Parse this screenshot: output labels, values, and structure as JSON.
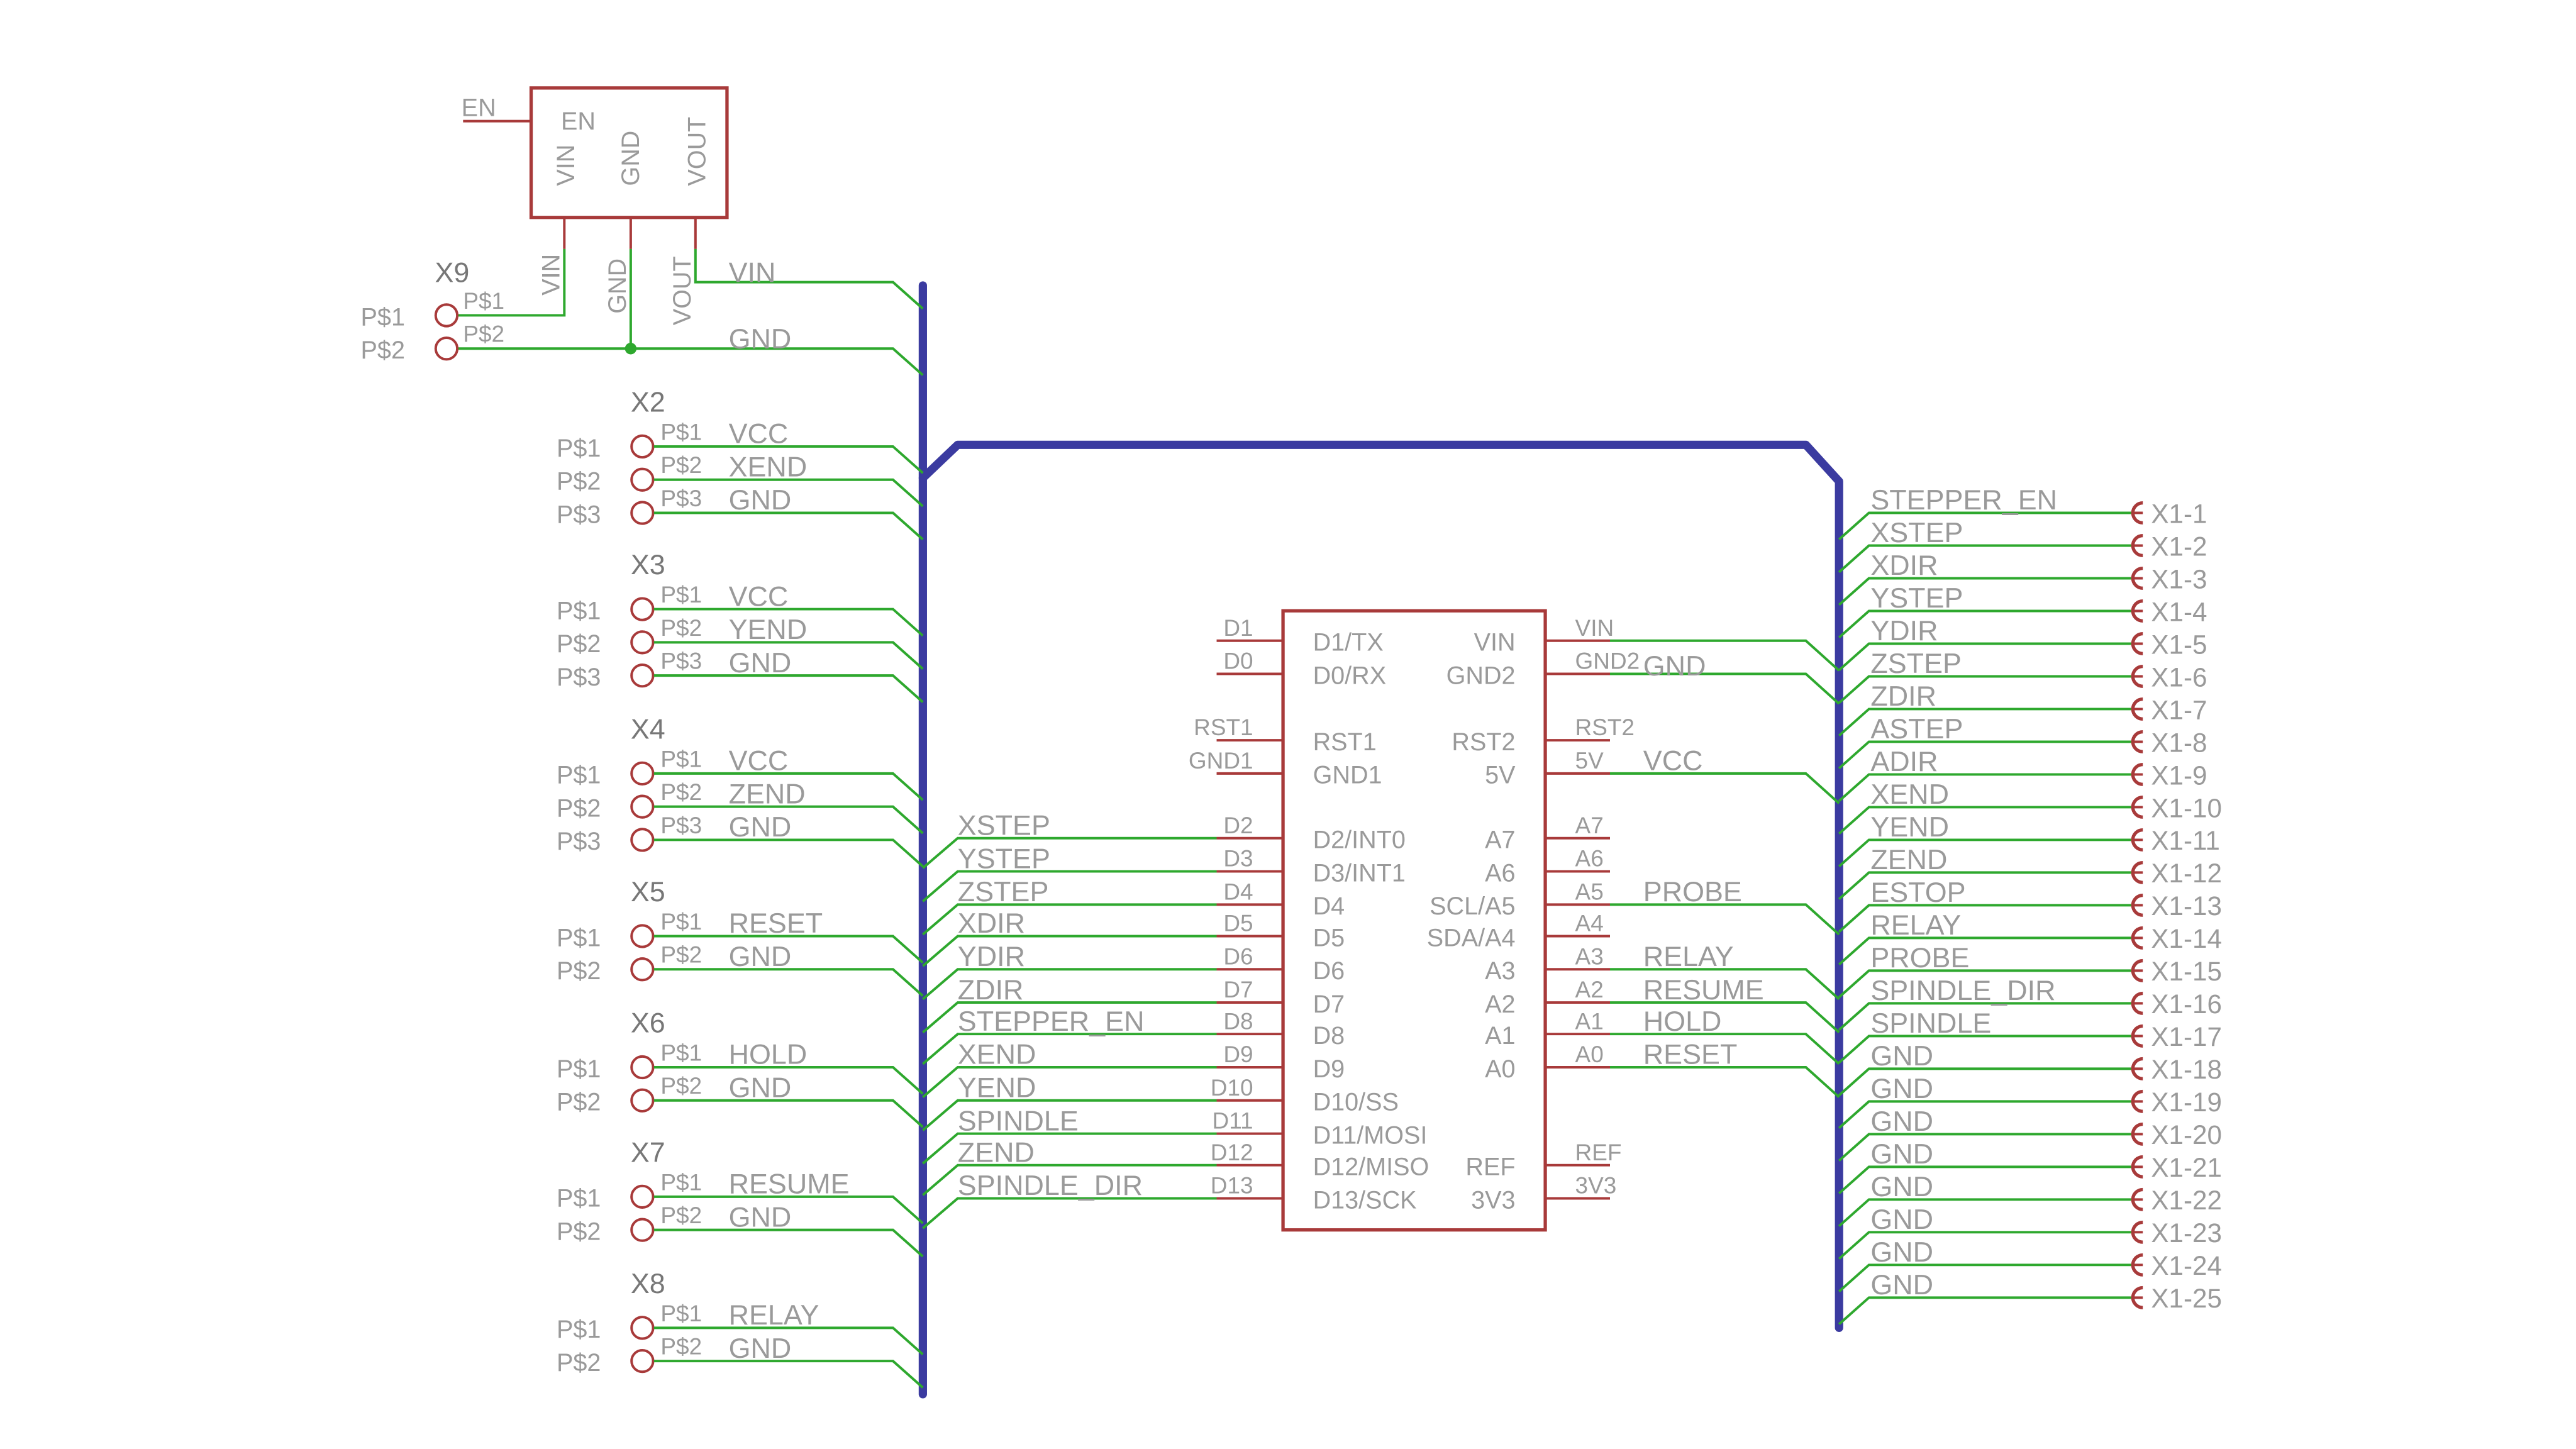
{
  "colors": {
    "background": "#ffffff",
    "net": "#2ea82e",
    "part": "#a83a3a",
    "pin_text": "#9a9a9a",
    "bus": "#3b3ba0",
    "junction": "#2ea82e"
  },
  "regulator": {
    "en_net": "EN",
    "pins": [
      "EN",
      "VIN",
      "GND",
      "VOUT"
    ],
    "out_nets": [
      "VIN",
      "GND"
    ]
  },
  "connectors": [
    {
      "name": "X9",
      "pads": [
        "P$1",
        "P$2"
      ],
      "pins": [
        "P$1",
        "P$2"
      ],
      "nets": []
    },
    {
      "name": "X2",
      "pads": [
        "P$1",
        "P$2",
        "P$3"
      ],
      "pins": [
        "P$1",
        "P$2",
        "P$3"
      ],
      "nets": [
        "VCC",
        "XEND",
        "GND"
      ]
    },
    {
      "name": "X3",
      "pads": [
        "P$1",
        "P$2",
        "P$3"
      ],
      "pins": [
        "P$1",
        "P$2",
        "P$3"
      ],
      "nets": [
        "VCC",
        "YEND",
        "GND"
      ]
    },
    {
      "name": "X4",
      "pads": [
        "P$1",
        "P$2",
        "P$3"
      ],
      "pins": [
        "P$1",
        "P$2",
        "P$3"
      ],
      "nets": [
        "VCC",
        "ZEND",
        "GND"
      ]
    },
    {
      "name": "X5",
      "pads": [
        "P$1",
        "P$2"
      ],
      "pins": [
        "P$1",
        "P$2"
      ],
      "nets": [
        "RESET",
        "GND"
      ]
    },
    {
      "name": "X6",
      "pads": [
        "P$1",
        "P$2"
      ],
      "pins": [
        "P$1",
        "P$2"
      ],
      "nets": [
        "HOLD",
        "GND"
      ]
    },
    {
      "name": "X7",
      "pads": [
        "P$1",
        "P$2"
      ],
      "pins": [
        "P$1",
        "P$2"
      ],
      "nets": [
        "RESUME",
        "GND"
      ]
    },
    {
      "name": "X8",
      "pads": [
        "P$1",
        "P$2"
      ],
      "pins": [
        "P$1",
        "P$2"
      ],
      "nets": [
        "RELAY",
        "GND"
      ]
    }
  ],
  "mcu": {
    "left_pins": [
      {
        "pin": "D1",
        "label": "D1/TX",
        "net": ""
      },
      {
        "pin": "D0",
        "label": "D0/RX",
        "net": ""
      },
      {
        "pin": "RST1",
        "label": "RST1",
        "net": ""
      },
      {
        "pin": "GND1",
        "label": "GND1",
        "net": ""
      },
      {
        "pin": "D2",
        "label": "D2/INT0",
        "net": "XSTEP"
      },
      {
        "pin": "D3",
        "label": "D3/INT1",
        "net": "YSTEP"
      },
      {
        "pin": "D4",
        "label": "D4",
        "net": "ZSTEP"
      },
      {
        "pin": "D5",
        "label": "D5",
        "net": "XDIR"
      },
      {
        "pin": "D6",
        "label": "D6",
        "net": "YDIR"
      },
      {
        "pin": "D7",
        "label": "D7",
        "net": "ZDIR"
      },
      {
        "pin": "D8",
        "label": "D8",
        "net": "STEPPER_EN"
      },
      {
        "pin": "D9",
        "label": "D9",
        "net": "XEND"
      },
      {
        "pin": "D10",
        "label": "D10/SS",
        "net": "YEND"
      },
      {
        "pin": "D11",
        "label": "D11/MOSI",
        "net": "SPINDLE"
      },
      {
        "pin": "D12",
        "label": "D12/MISO",
        "net": "ZEND"
      },
      {
        "pin": "D13",
        "label": "D13/SCK",
        "net": "SPINDLE_DIR"
      }
    ],
    "right_pins": [
      {
        "pin": "VIN",
        "label": "VIN",
        "net": ""
      },
      {
        "pin": "GND2",
        "label": "GND2",
        "net": "GND"
      },
      {
        "pin": "RST2",
        "label": "RST2",
        "net": ""
      },
      {
        "pin": "5V",
        "label": "5V",
        "net": "VCC"
      },
      {
        "pin": "A7",
        "label": "A7",
        "net": ""
      },
      {
        "pin": "A6",
        "label": "A6",
        "net": ""
      },
      {
        "pin": "A5",
        "label": "SCL/A5",
        "net": "PROBE"
      },
      {
        "pin": "A4",
        "label": "SDA/A4",
        "net": ""
      },
      {
        "pin": "A3",
        "label": "A3",
        "net": "RELAY"
      },
      {
        "pin": "A2",
        "label": "A2",
        "net": "RESUME"
      },
      {
        "pin": "A1",
        "label": "A1",
        "net": "HOLD"
      },
      {
        "pin": "A0",
        "label": "A0",
        "net": "RESET"
      },
      {
        "pin": "REF",
        "label": "REF",
        "net": ""
      },
      {
        "pin": "3V3",
        "label": "3V3",
        "net": ""
      }
    ]
  },
  "x1": {
    "nets": [
      "STEPPER_EN",
      "XSTEP",
      "XDIR",
      "YSTEP",
      "YDIR",
      "ZSTEP",
      "ZDIR",
      "ASTEP",
      "ADIR",
      "XEND",
      "YEND",
      "ZEND",
      "ESTOP",
      "RELAY",
      "PROBE",
      "SPINDLE_DIR",
      "SPINDLE",
      "GND",
      "GND",
      "GND",
      "GND",
      "GND",
      "GND",
      "GND",
      "GND"
    ],
    "pins": [
      "X1-1",
      "X1-2",
      "X1-3",
      "X1-4",
      "X1-5",
      "X1-6",
      "X1-7",
      "X1-8",
      "X1-9",
      "X1-10",
      "X1-11",
      "X1-12",
      "X1-13",
      "X1-14",
      "X1-15",
      "X1-16",
      "X1-17",
      "X1-18",
      "X1-19",
      "X1-20",
      "X1-21",
      "X1-22",
      "X1-23",
      "X1-24",
      "X1-25"
    ]
  }
}
